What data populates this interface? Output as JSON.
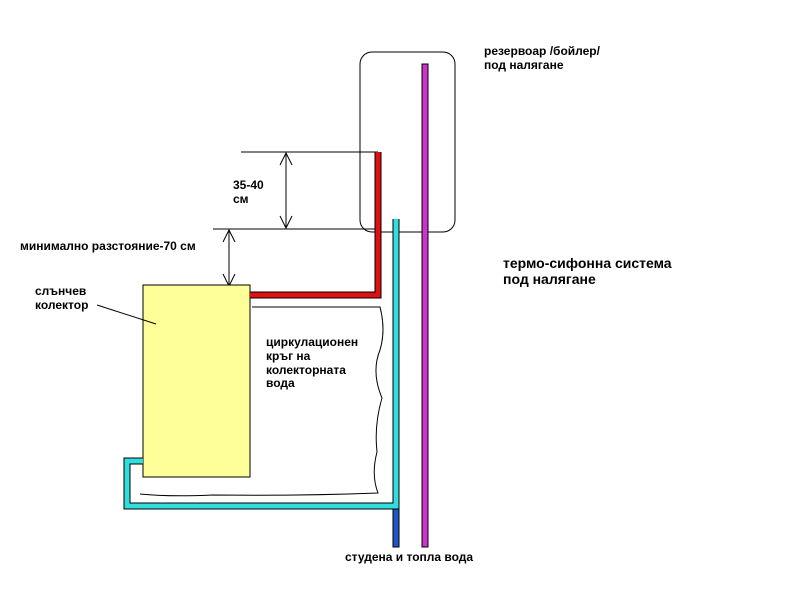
{
  "labels": {
    "tank": [
      "резервоар /бойлер/",
      "под налягане"
    ],
    "height": [
      "35-40",
      "см"
    ],
    "min_distance": "минимално разстояние-70 см",
    "collector": [
      "слънчев",
      "колектор"
    ],
    "system": [
      "термо-сифонна система",
      "под налягане"
    ],
    "circuit": [
      "циркулационен",
      "кръг на",
      "колекторната",
      "вода"
    ],
    "water": "студена и топла вода"
  },
  "colors": {
    "hot_pipe": "#dd1111",
    "cold_pipe": "#33dddd",
    "mains_pipe": "#cc33cc",
    "blue_stub": "#2255cc",
    "collector_fill": "#ffff99",
    "line": "#000000"
  }
}
